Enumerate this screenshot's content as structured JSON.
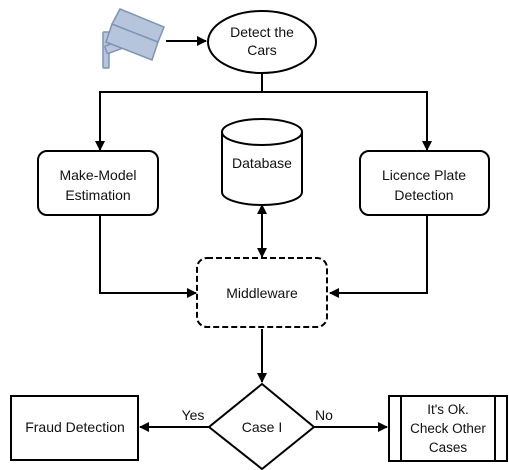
{
  "nodes": {
    "detect": [
      "Detect the",
      "Cars"
    ],
    "make_model": [
      "Make-Model",
      "Estimation"
    ],
    "database": "Database",
    "licence": [
      "Licence Plate",
      "Detection"
    ],
    "middleware": "Middleware",
    "case": "Case I",
    "fraud": "Fraud Detection",
    "ok": [
      "It's Ok.",
      "Check Other",
      "Cases"
    ]
  },
  "edges": {
    "yes": "Yes",
    "no": "No"
  },
  "icons": {
    "camera": "security-camera-icon"
  },
  "colors": {
    "stroke": "#000000",
    "camera_fill": "#b7c5dc",
    "camera_stroke": "#7f93b6",
    "background": "#ffffff"
  }
}
